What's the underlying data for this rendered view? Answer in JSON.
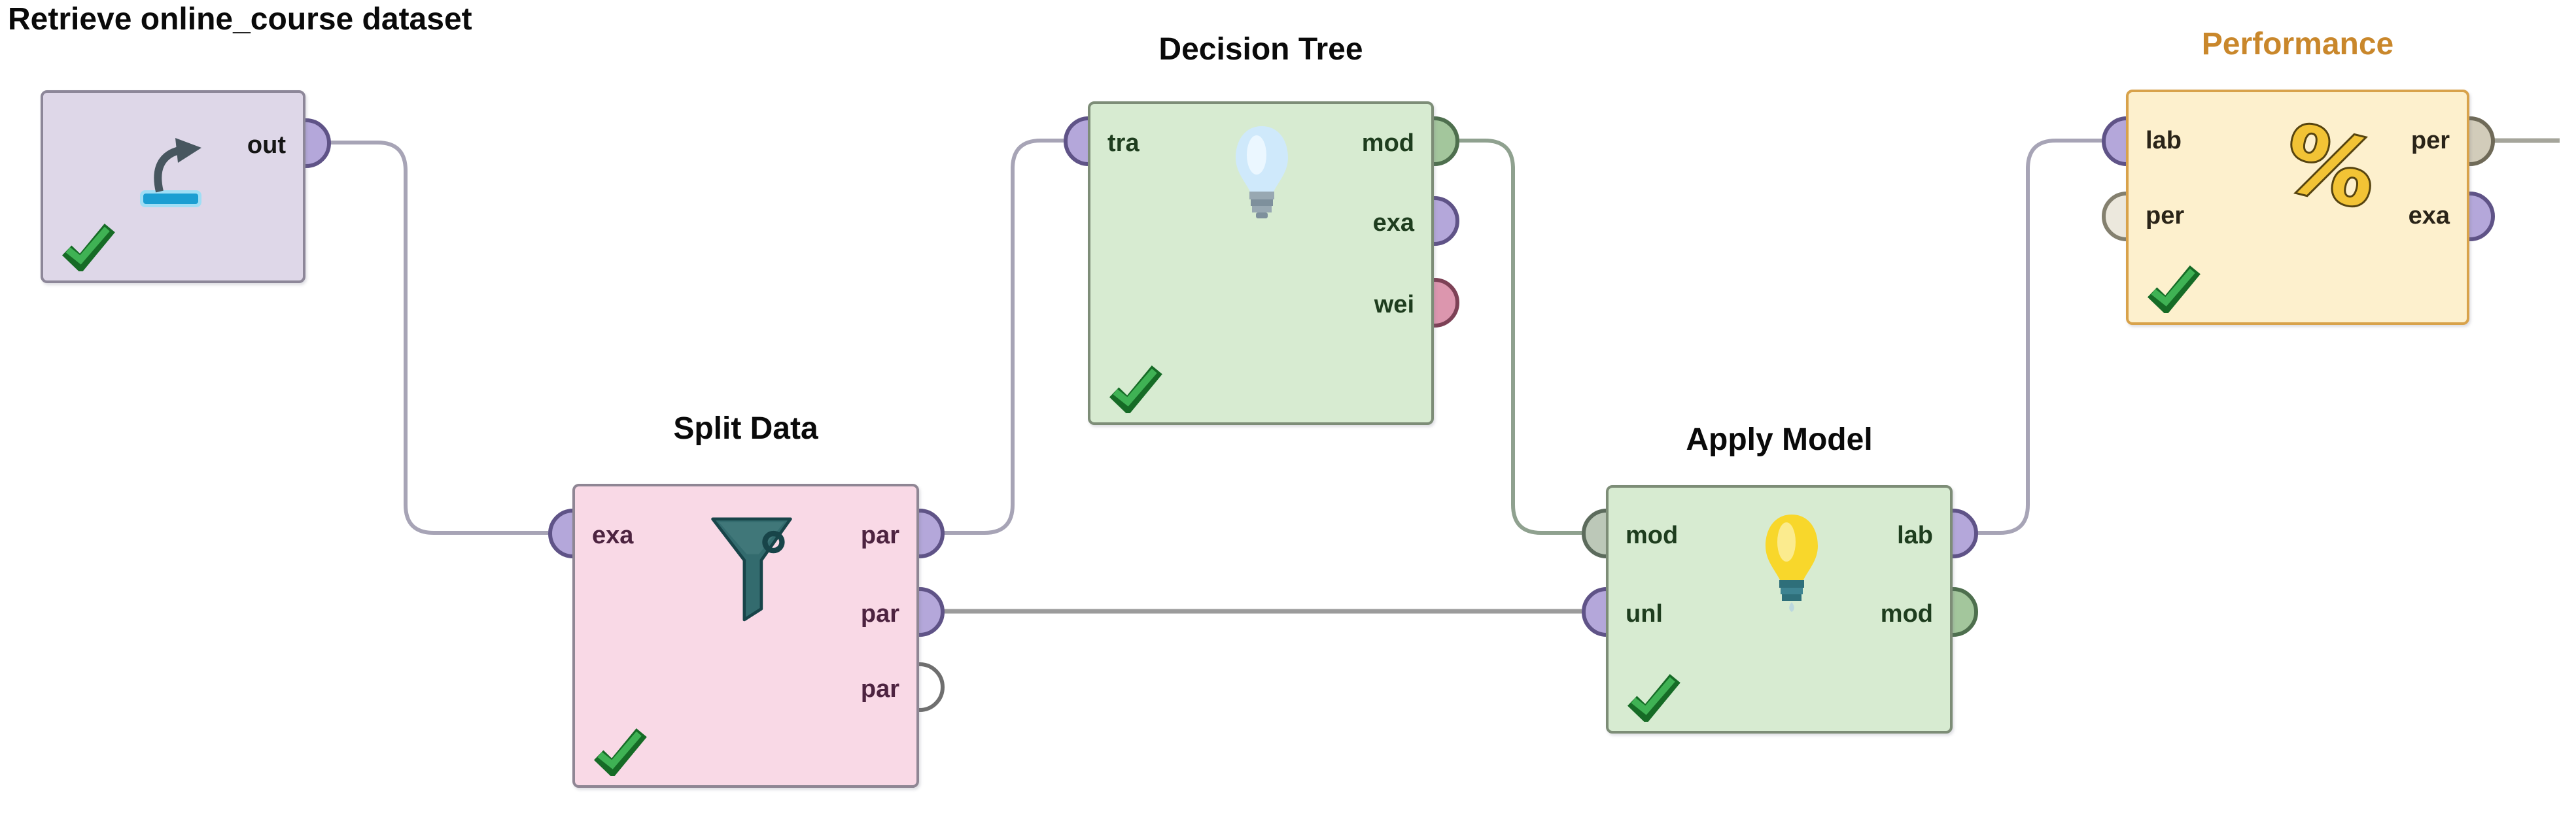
{
  "canvas": {
    "background": "#ffffff",
    "wire_colors": {
      "default": "#a7a4b6",
      "neutral": "#9b9b9b",
      "green_tint": "#8fa18f",
      "tan": "#a5a59b"
    }
  },
  "port_colors": {
    "purple": {
      "fill": "#b4a7da",
      "border": "#5f5387"
    },
    "green": {
      "fill": "#a3c69c",
      "border": "#4e6f4e"
    },
    "pink": {
      "fill": "#dc96ae",
      "border": "#7d4156"
    },
    "sage": {
      "fill": "#bcc8b8",
      "border": "#5c6b5c"
    },
    "tan": {
      "fill": "#d2ccba",
      "border": "#6f6a58"
    },
    "tan_light": {
      "fill": "#ece8dd",
      "border": "#84806f"
    },
    "empty": {
      "fill": "#ffffff",
      "border": "#6f6f6f"
    }
  },
  "operators": [
    {
      "title": "Retrieve online_course dataset",
      "title_color": "#0a0a0a",
      "label_color": "#151515",
      "fill": "#ded7e8",
      "border": "#8d8799",
      "icon": "import-arrow-icon",
      "status": "checked",
      "inputs": [],
      "outputs": [
        {
          "label": "out",
          "color": "purple"
        }
      ]
    },
    {
      "title": "Split Data",
      "title_color": "#0a0a0a",
      "label_color": "#4d2340",
      "fill": "#f9d9e6",
      "border": "#8f8694",
      "icon": "funnel-icon",
      "status": "checked",
      "inputs": [
        {
          "label": "exa",
          "color": "purple"
        }
      ],
      "outputs": [
        {
          "label": "par",
          "color": "purple"
        },
        {
          "label": "par",
          "color": "purple"
        },
        {
          "label": "par",
          "color": "empty"
        }
      ]
    },
    {
      "title": "Decision Tree",
      "title_color": "#0a0a0a",
      "label_color": "#1e3d1e",
      "fill": "#d7ebd1",
      "border": "#7d8d77",
      "icon": "lightbulb-blue-icon",
      "status": "checked",
      "inputs": [
        {
          "label": "tra",
          "color": "purple"
        }
      ],
      "outputs": [
        {
          "label": "mod",
          "color": "green"
        },
        {
          "label": "exa",
          "color": "purple"
        },
        {
          "label": "wei",
          "color": "pink"
        }
      ]
    },
    {
      "title": "Apply Model",
      "title_color": "#0a0a0a",
      "label_color": "#1e3d1e",
      "fill": "#d7ebd1",
      "border": "#7d8d77",
      "icon": "lightbulb-yellow-icon",
      "status": "checked",
      "inputs": [
        {
          "label": "mod",
          "color": "sage"
        },
        {
          "label": "unl",
          "color": "purple"
        }
      ],
      "outputs": [
        {
          "label": "lab",
          "color": "purple"
        },
        {
          "label": "mod",
          "color": "green"
        }
      ]
    },
    {
      "title": "Performance",
      "title_color": "#c9872b",
      "label_color": "#2a2418",
      "fill": "#fdf0cd",
      "border": "#d8a24b",
      "icon": "percent-icon",
      "status": "checked",
      "inputs": [
        {
          "label": "lab",
          "color": "purple"
        },
        {
          "label": "per",
          "color": "tan_light"
        }
      ],
      "outputs": [
        {
          "label": "per",
          "color": "tan"
        },
        {
          "label": "exa",
          "color": "purple"
        }
      ]
    }
  ],
  "connections": [
    {
      "from": "Retrieve online_course dataset.out",
      "to": "Split Data.exa"
    },
    {
      "from": "Split Data.par 1",
      "to": "Decision Tree.tra"
    },
    {
      "from": "Split Data.par 2",
      "to": "Apply Model.unl"
    },
    {
      "from": "Decision Tree.mod",
      "to": "Apply Model.mod"
    },
    {
      "from": "Apply Model.lab",
      "to": "Performance.lab"
    },
    {
      "from": "Performance.per",
      "to": "canvas-right-edge"
    }
  ]
}
